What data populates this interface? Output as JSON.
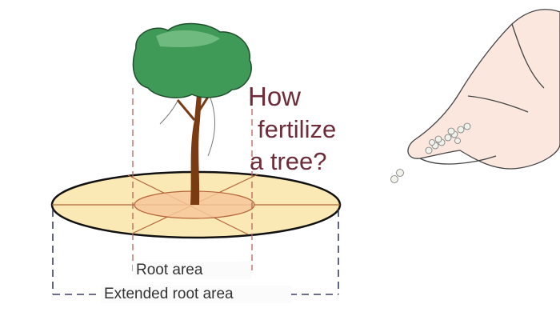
{
  "title": {
    "line1": "How",
    "line2": "fertilize",
    "line3": "a tree?"
  },
  "labels": {
    "root_area": "Root area",
    "extended_root_area": "Extended root area"
  },
  "colors": {
    "title": "#6e2b38",
    "outer_area": "#fbe9b5",
    "inner_area": "#f6c79a",
    "canopy": "#3f9a58",
    "trunk": "#7a3b12"
  },
  "icons": [
    "tree-icon",
    "hand-icon",
    "fertilizer-pellets-icon"
  ]
}
